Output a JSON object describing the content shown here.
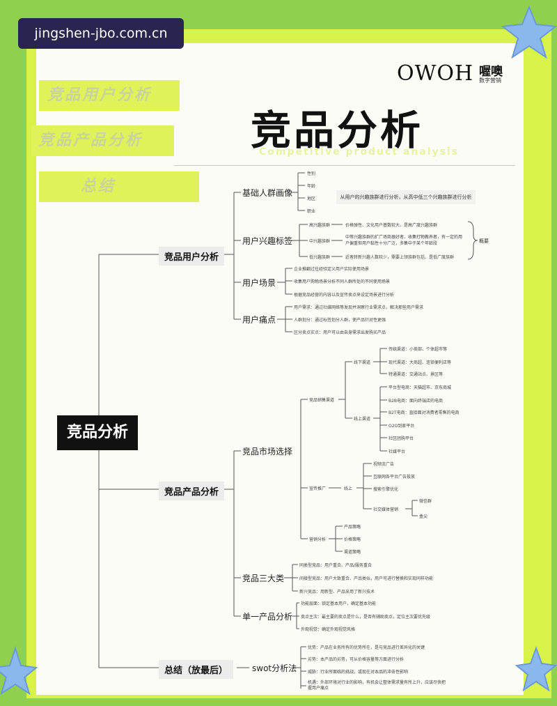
{
  "watermark": "jingshen-jbo.com.cn",
  "tabs": [
    "竞品用户分析",
    "竞品产品分析",
    "总结"
  ],
  "logo": {
    "mark": "OWOH",
    "cn": "喔噢",
    "sub": "数字营销"
  },
  "title": "竞品分析",
  "subtitle": "Competitive product analysis",
  "root": "竞品分析",
  "nodes": {
    "user": {
      "label": "竞品用户分析",
      "basic": {
        "label": "基础人群画像",
        "items": [
          "性别",
          "年龄",
          "地区",
          "职业"
        ],
        "note": "从用户的兴趣族群进行分析，从高中低三个兴趣族群进行分析"
      },
      "interest": {
        "label": "用户兴趣标签",
        "rows": [
          {
            "name": "高兴趣族群",
            "desc": "价格弹性、文化用户基数较大、是高广度兴趣族群"
          },
          {
            "name": "中兴趣族群",
            "desc": "中等兴趣族群的扩广场商器好者、收集打物教养者，有一定的用户偏重但用户黏性十分广泛，多集中于某个年龄段"
          },
          {
            "name": "低兴趣族群",
            "desc": "近者转新兴趣人数较少，需要上领族群包括、是低广度族群"
          }
        ],
        "bracket": "概要"
      },
      "scene": {
        "label": "用户场景",
        "items": [
          "企业推翻过往经验定义用户实际使用场景",
          "收集用户购物场景分析不同人群所处的不同使用场景",
          "根据竞品经营的内容以及宣传卖点来设定场景进行分析"
        ]
      },
      "pain": {
        "label": "用户痛点",
        "items": [
          "用户需求：通过社媒网络等发现并洞察行业需求点，解决那些用户需求",
          "人群划分：通过标签划分人群，使产品针对性更强",
          "区分卖点实点：用户可以由自身需求出发购买产品"
        ]
      }
    },
    "product": {
      "label": "竞品产品分析",
      "market": {
        "label": "竞品市场选择",
        "channel": {
          "label": "竞品销售渠道",
          "offline": {
            "label": "线下渠道",
            "items": [
              "传统渠道：小卖部、个体超市等",
              "现代渠道：大商超、连锁便利店等",
              "特通渠道：交通站点、景区等"
            ]
          },
          "online": {
            "label": "线上渠道",
            "items": [
              "平台型电商：天猫超市、京东商城",
              "B2B电商：面向终端店的电商",
              "B2T电商：直接面对消费者零售的电商",
              "O2O到家平台",
              "社区团购平台",
              "社媒平台"
            ]
          }
        },
        "promo": {
          "label": "宣传推广",
          "sub": "线上",
          "items": [
            "视频流广告",
            "互联网各平台广告投放",
            "搜索引擎优化"
          ],
          "social": {
            "label": "社交媒体营销",
            "items": [
              "微信群",
              "盒尖"
            ]
          }
        },
        "marketing": {
          "label": "营销分析",
          "items": [
            "产品策略",
            "价格策略",
            "渠道策略"
          ]
        }
      },
      "three": {
        "label": "竞品三大类",
        "items": [
          "同类型竞品：用户重合、产品/服务重合",
          "间接型竞品：用户大致重合、产品类似，用户可进行替换和实现同样功能",
          "新兴竞品：用新型、产品采用了新兴技术"
        ]
      },
      "single": {
        "label": "单一产品分析",
        "items": [
          "功能层面：锁定基本用户，确定基本功能",
          "卖点主次：最主要的卖点是什么，是否有辅助卖点，定位主次要优先级",
          "外观视觉：确定外观视觉风格"
        ]
      }
    },
    "summary": {
      "label": "总结（放最后）",
      "swot": {
        "label": "swot分析法",
        "items": [
          "优势：产品在业务所有的优势所在，是与竞品进行差异化的关键",
          "劣势：本产品的劣势，可从价格容量等方面进行分析",
          "威胁：行业所面临的挑战，或现在对本品的冲击性影响",
          "机遇：外部环境对行业的影响，有机会让整体需求量有所上升，应该尽快把握用户痛点"
        ]
      }
    }
  },
  "colors": {
    "frame": "#d9f24a",
    "background": "#8fd14f",
    "root": "#111111"
  }
}
